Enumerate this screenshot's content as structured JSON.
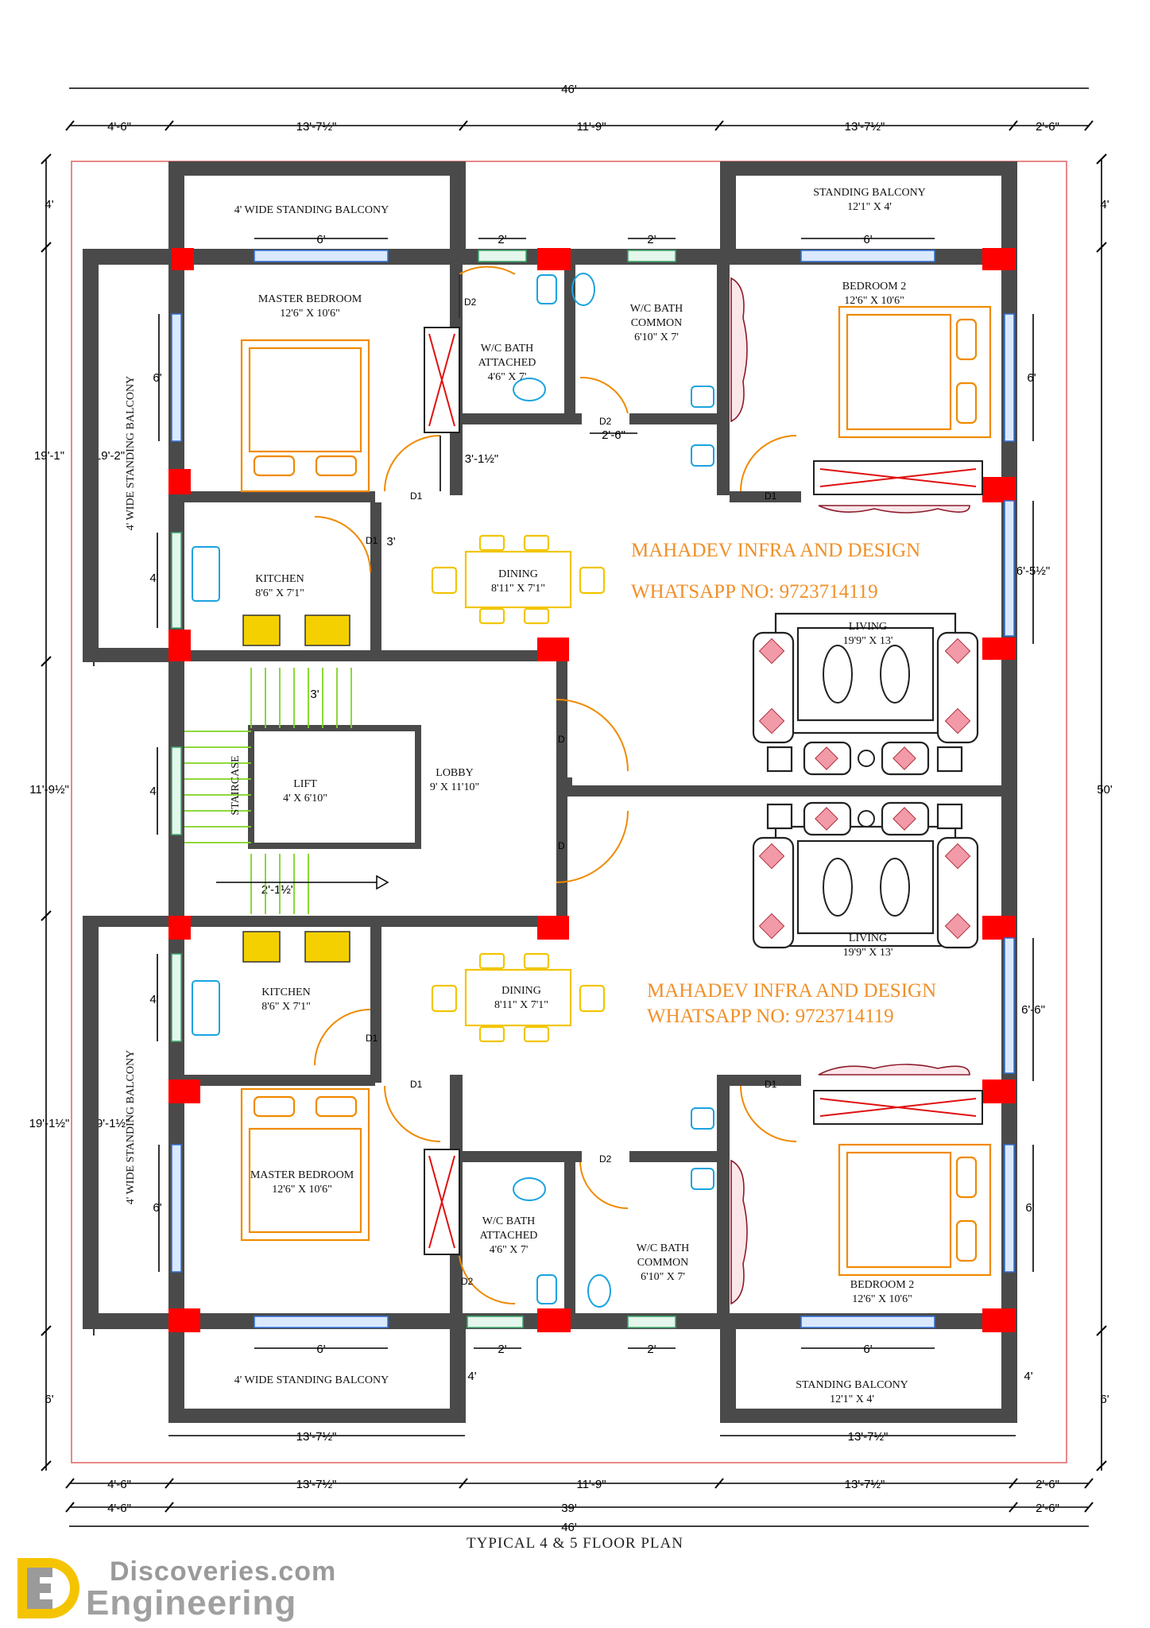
{
  "dims": {
    "top_total": "46'",
    "top_segments": [
      "4'-6\"",
      "13'-7½\"",
      "11'-9\"",
      "13'-7½\"",
      "2'-6\""
    ],
    "bottom_segments": [
      "4'-6\"",
      "13'-7½\"",
      "11'-9\"",
      "13'-7½\"",
      "2'-6\""
    ],
    "bottom_mid": [
      "4'-6\"",
      "39'",
      "2'-6\""
    ],
    "bottom_total": "46'",
    "left": [
      "4'",
      "19'-1\"",
      "11'-9½\"",
      "19'-1½\"",
      "6'"
    ],
    "left_inner": [
      "19'-2\"",
      "19'-1½\""
    ],
    "right": [
      "4'",
      "50'",
      "6'"
    ],
    "right_inner": [
      "6'-5½\"",
      "6'-6\""
    ],
    "local": {
      "win6": "6'",
      "win2": "2'",
      "d2_6": "2'-6\"",
      "d3_1": "3'-1½\"",
      "d3": "3'",
      "d4": "4'",
      "d2_1": "2'-1½\"",
      "bal_top": "13'-7½\""
    }
  },
  "rooms": {
    "balcony_wide": "4' WIDE STANDING BALCONY",
    "balcony_side": "4' WIDE STANDING BALCONY",
    "standing_balcony": "STANDING BALCONY",
    "standing_balcony_size": "12'1\" X 4'",
    "master_bedroom": "MASTER BEDROOM",
    "master_bedroom_size": "12'6\" X 10'6\"",
    "wc_attached": "W/C BATH",
    "wc_attached_2": "ATTACHED",
    "wc_attached_size": "4'6\" X 7'",
    "wc_common": "W/C BATH",
    "wc_common_2": "COMMON",
    "wc_common_size": "6'10\" X 7'",
    "bedroom2": "BEDROOM 2",
    "bedroom2_size": "12'6\" X 10'6\"",
    "kitchen": "KITCHEN",
    "kitchen_size": "8'6\" X 7'1\"",
    "dining": "DINING",
    "dining_size": "8'11\" X 7'1\"",
    "living": "LIVING",
    "living_size": "19'9\" X 13'",
    "lift": "LIFT",
    "lift_size": "4' X 6'10\"",
    "lobby": "LOBBY",
    "lobby_size": "9' X 11'10\"",
    "staircase": "STAIRCASE"
  },
  "doors": {
    "d1": "D1",
    "d2": "D2",
    "d": "D"
  },
  "brand": {
    "name": "MAHADEV INFRA AND DESIGN",
    "whatsapp": "WHATSAPP NO: 9723714119"
  },
  "footer": {
    "title": "TYPICAL 4 & 5 FLOOR PLAN",
    "logo_top": "Discoveries.com",
    "logo_bottom": "Engineering"
  },
  "colors": {
    "wall": "#4a4a4a",
    "column": "#ff0000",
    "furniture": "#f08a00",
    "dining": "#f2c500",
    "brand": "#f0902a",
    "border": "#e06060"
  }
}
